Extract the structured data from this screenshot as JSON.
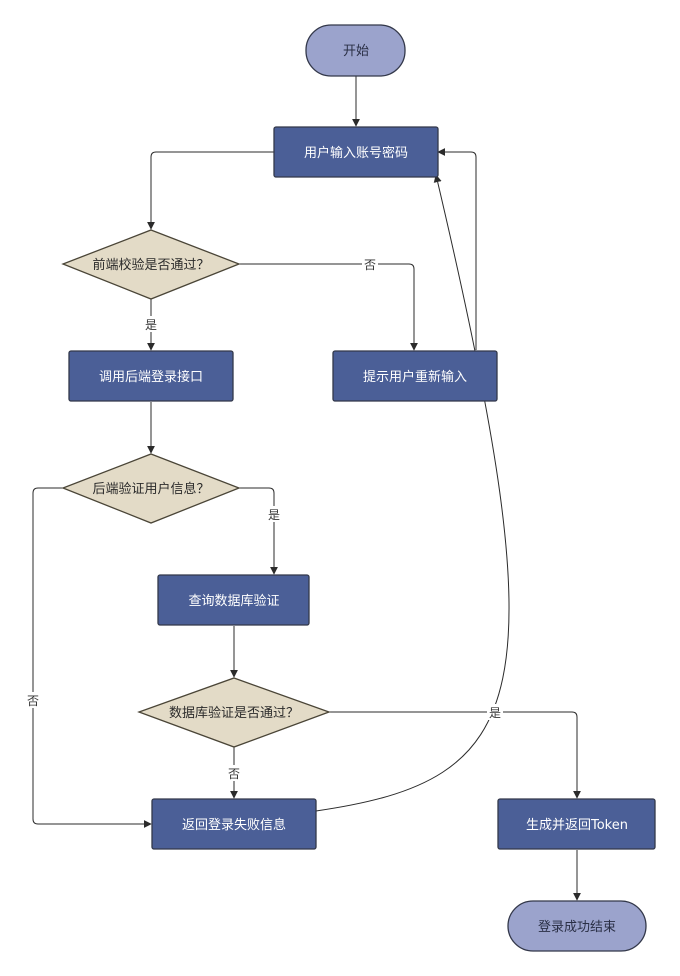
{
  "colors": {
    "terminal_fill": "#9ba3cc",
    "process_fill": "#4b5f97",
    "decision_fill": "#e3dbc7",
    "border": "#33384a",
    "decision_border": "#4a4537",
    "line": "#2b2b2b",
    "terminal_text": "#2a2f45",
    "process_text": "#ffffff",
    "decision_text": "#2b2b2b"
  },
  "nodes": {
    "start": "开始",
    "user_input": "用户输入账号密码",
    "frontend_check": "前端校验是否通过？",
    "call_backend": "调用后端登录接口",
    "prompt_reinput": "提示用户重新输入",
    "backend_verify": "后端验证用户信息？",
    "query_db": "查询数据库验证",
    "db_verify": "数据库验证是否通过？",
    "return_failure": "返回登录失败信息",
    "return_token": "生成并返回Token",
    "end": "登录成功结束"
  },
  "edge_labels": {
    "frontend_no": "否",
    "frontend_yes": "是",
    "backend_yes": "是",
    "backend_no": "否",
    "db_no": "否",
    "db_yes": "是"
  }
}
